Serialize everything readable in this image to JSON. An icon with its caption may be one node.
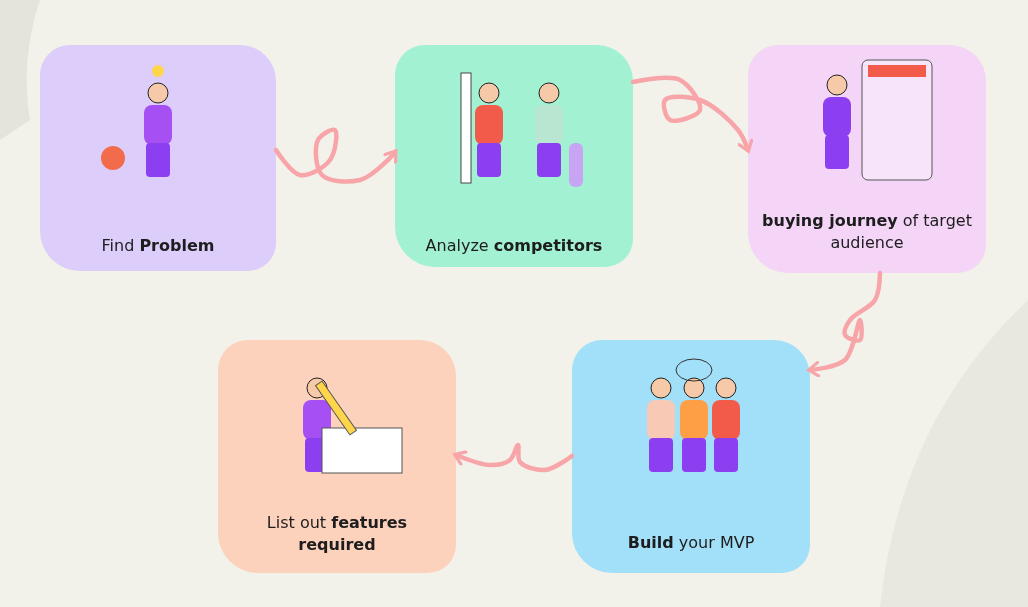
{
  "diagram": {
    "nodes": [
      {
        "text": [
          "Find **Problem**"
        ]
      },
      {
        "text": [
          "Analyze **competitors**"
        ]
      },
      {
        "text": [
          "**buying journey** of target audience"
        ]
      },
      {
        "text": [
          "**Build** your MVP"
        ]
      },
      {
        "text": [
          "List out **features required**"
        ]
      }
    ],
    "edges": [
      {
        "from": 0,
        "to": 1,
        "arrow": "to"
      },
      {
        "from": 1,
        "to": 2,
        "arrow": "to"
      },
      {
        "from": 2,
        "to": 3,
        "arrow": "to"
      },
      {
        "from": 3,
        "to": 4,
        "arrow": "to"
      }
    ]
  }
}
